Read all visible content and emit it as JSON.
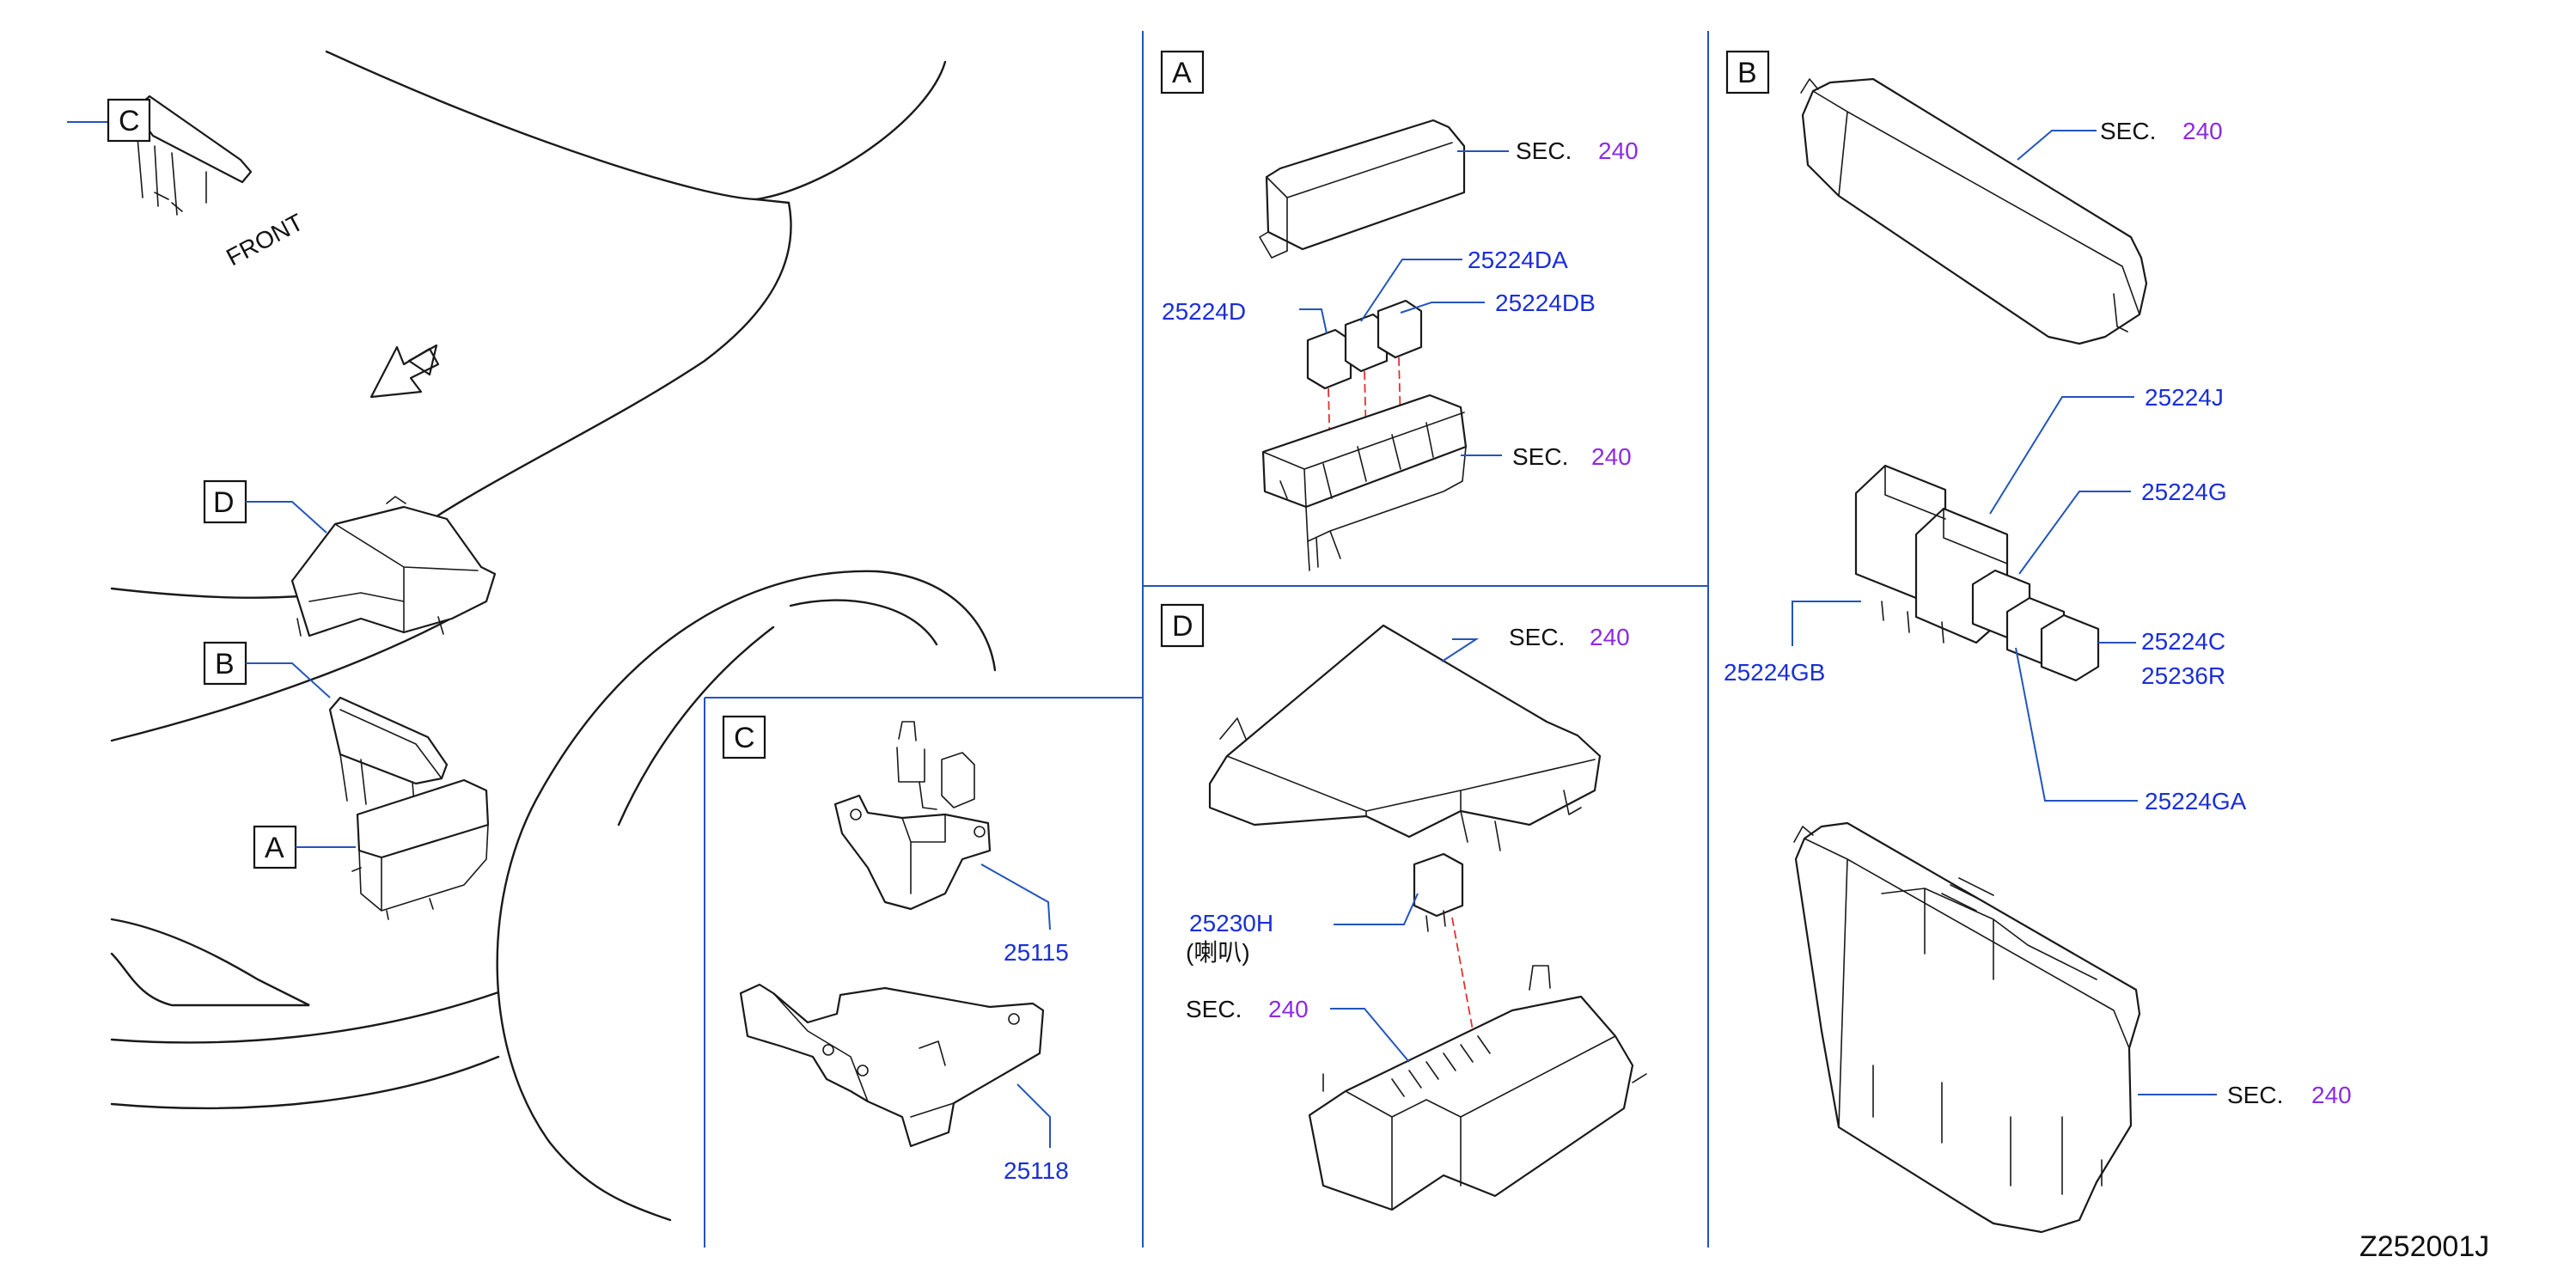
{
  "overview": {
    "front_label": "FRONT",
    "view_labels": {
      "a": "A",
      "b": "B",
      "c": "C",
      "d": "D"
    }
  },
  "panel_a": {
    "label": "A",
    "cover_sec": "SEC.",
    "cover_sec_num": "240",
    "relay_left": "25224D",
    "relay_mid": "25224DA",
    "relay_right": "25224DB",
    "base_sec": "SEC.",
    "base_sec_num": "240"
  },
  "panel_b": {
    "label": "B",
    "cover_sec": "SEC.",
    "cover_sec_num": "240",
    "relay_j": "25224J",
    "relay_g": "25224G",
    "relay_gb": "25224GB",
    "relay_c": "25224C",
    "relay_r": "25236R",
    "relay_ga": "25224GA",
    "base_sec": "SEC.",
    "base_sec_num": "240"
  },
  "panel_c": {
    "label": "C",
    "relay_part": "25115",
    "bracket_part": "25118"
  },
  "panel_d": {
    "label": "D",
    "cover_sec": "SEC.",
    "cover_sec_num": "240",
    "horn_relay": "25230H",
    "horn_note": "(喇叭)",
    "base_sec": "SEC.",
    "base_sec_num": "240"
  },
  "figure_code": "Z252001J"
}
